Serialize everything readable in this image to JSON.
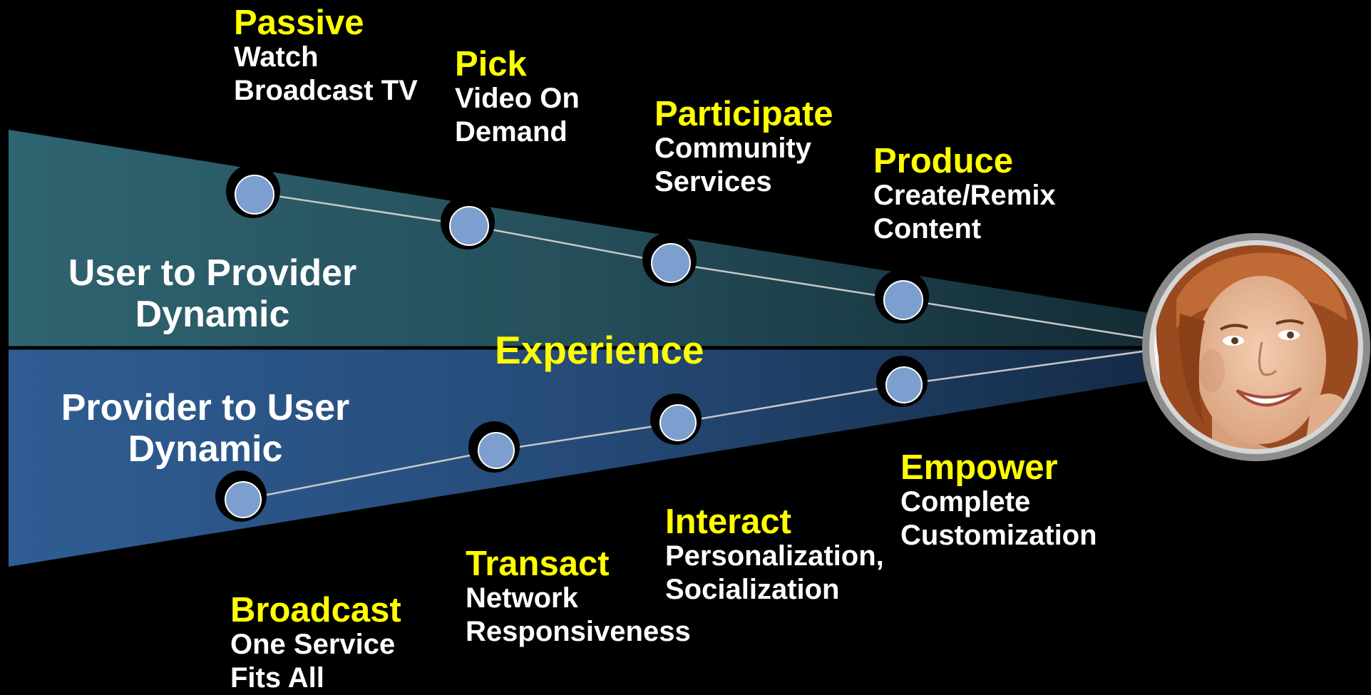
{
  "colors": {
    "background": "#000000",
    "title": "#ffff00",
    "text": "#ffffff",
    "upper_wedge": "#2f6270",
    "lower_wedge": "#2e5b8f",
    "node": "#7d9fcf"
  },
  "dynamics": {
    "upper": {
      "line1": "User to Provider",
      "line2": "Dynamic"
    },
    "lower": {
      "line1": "Provider to User",
      "line2": "Dynamic"
    }
  },
  "center_label": "Experience",
  "upper_stages": [
    {
      "title": "Passive",
      "line1": "Watch",
      "line2": "Broadcast TV"
    },
    {
      "title": "Pick",
      "line1": "Video On",
      "line2": "Demand"
    },
    {
      "title": "Participate",
      "line1": "Community",
      "line2": "Services"
    },
    {
      "title": "Produce",
      "line1": "Create/Remix",
      "line2": "Content"
    }
  ],
  "lower_stages": [
    {
      "title": "Broadcast",
      "line1": "One Service",
      "line2": "Fits All"
    },
    {
      "title": "Transact",
      "line1": "Network",
      "line2": "Responsiveness"
    },
    {
      "title": "Interact",
      "line1": "Personalization,",
      "line2": "Socialization"
    },
    {
      "title": "Empower",
      "line1": "Complete",
      "line2": "Customization"
    }
  ],
  "user_photo": {
    "icon": "smiling-woman-portrait"
  }
}
